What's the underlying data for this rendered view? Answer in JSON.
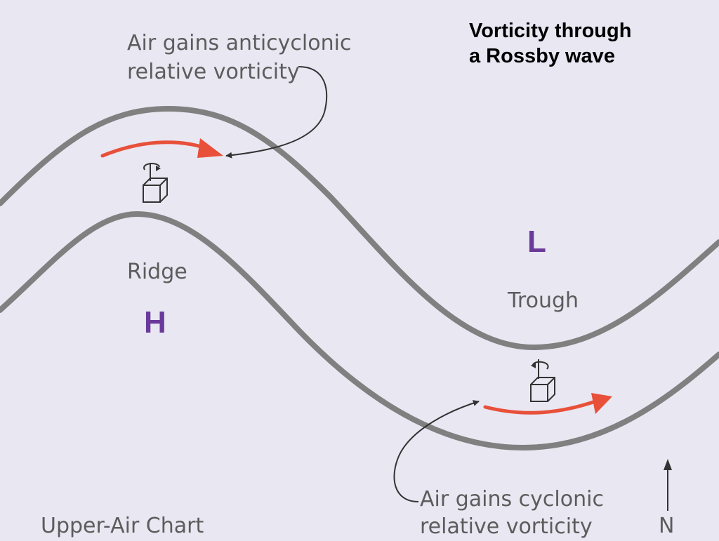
{
  "title": {
    "line1": "Vorticity through",
    "line2": "a Rossby wave"
  },
  "labels": {
    "anticyclonic_line1": "Air gains anticyclonic",
    "anticyclonic_line2": "relative vorticity",
    "cyclonic_line1": "Air gains cyclonic",
    "cyclonic_line2": "relative vorticity",
    "ridge": "Ridge",
    "trough": "Trough",
    "high": "H",
    "low": "L",
    "chart_name": "Upper-Air Chart",
    "north": "N"
  },
  "colors": {
    "background": "#e9e7f2",
    "contour": "#808080",
    "flow_arrow": "#e8503a",
    "pressure_letter": "#6a3a9a",
    "label_text": "#5c5c5c",
    "title_text": "#000000"
  }
}
